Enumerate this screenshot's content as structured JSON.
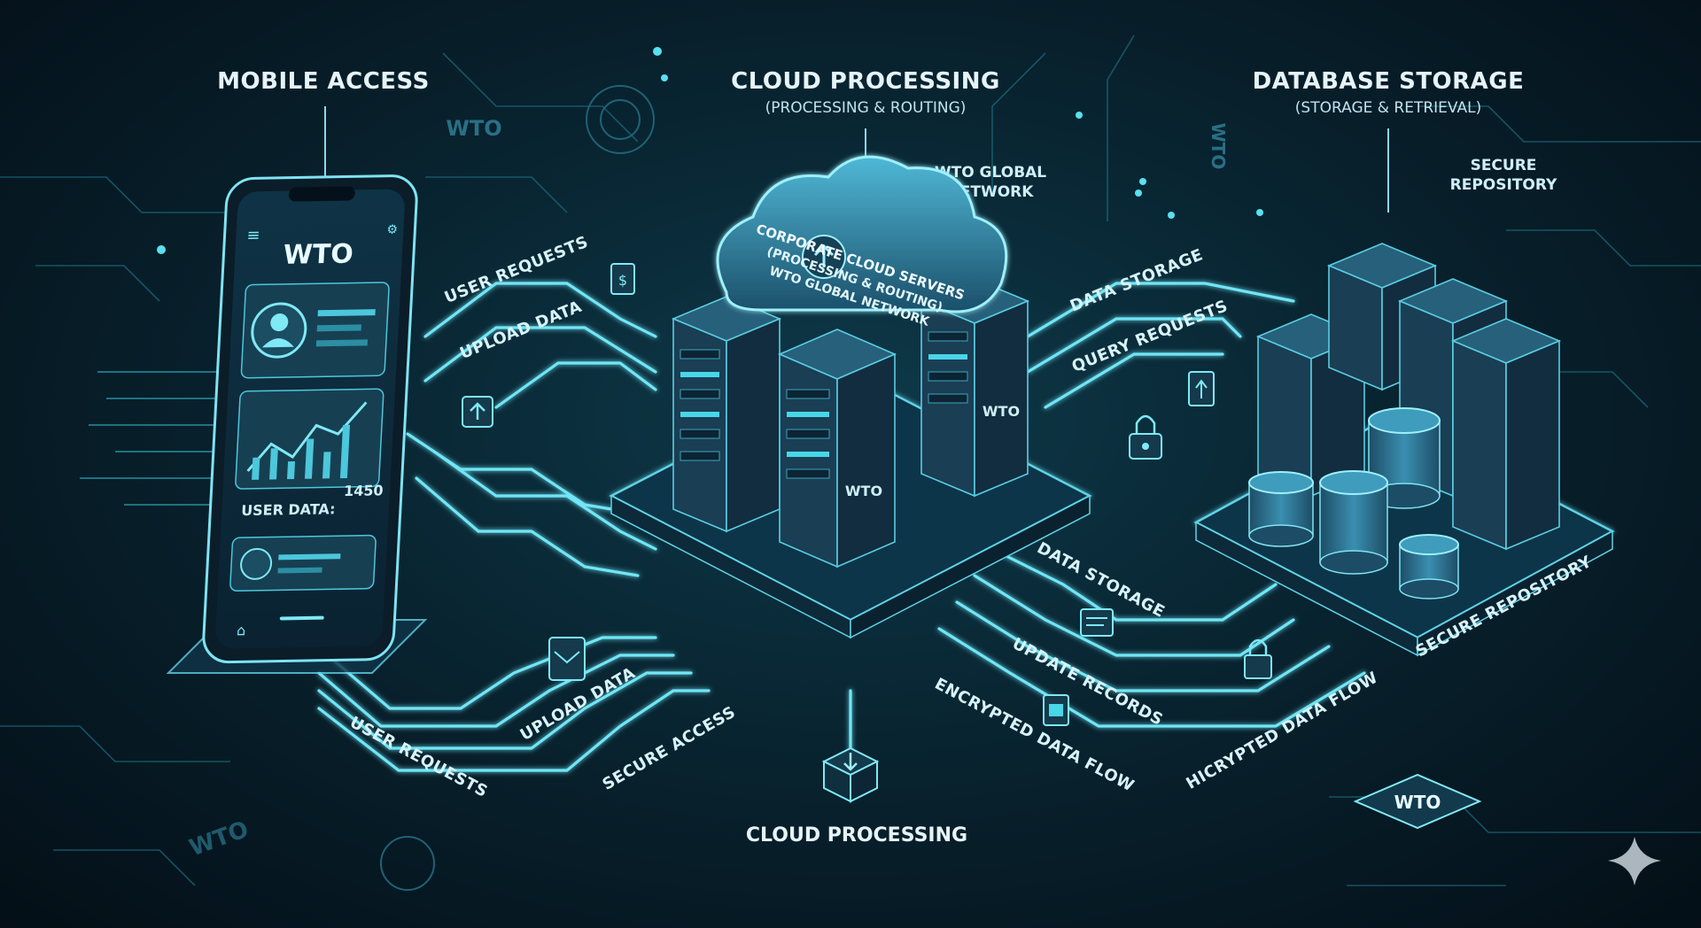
{
  "sections": {
    "mobile": {
      "title": "MOBILE ACCESS"
    },
    "cloud": {
      "title": "CLOUD PROCESSING",
      "subtitle": "(PROCESSING & ROUTING)",
      "network_label_line1": "WTO GLOBAL",
      "network_label_line2": "NETWORK"
    },
    "database": {
      "title": "DATABASE STORAGE",
      "subtitle": "(STORAGE & RETRIEVAL)",
      "secure_line1": "SECURE",
      "secure_line2": "REPOSITORY"
    }
  },
  "phone": {
    "brand": "WTO",
    "user_data_label": "USER DATA:",
    "user_data_value": "1450"
  },
  "cloud_core": {
    "line1": "CORPORATE CLOUD SERVERS",
    "line2": "(PROCESSING & ROUTING)",
    "line3": "WTO GLOBAL NETWORK",
    "rack_brand": "WTO",
    "cloud_brand": "WTO"
  },
  "flows": {
    "top_left_1": "USER REQUESTS",
    "top_left_2": "UPLOAD DATA",
    "top_right_1": "DATA STORAGE",
    "top_right_2": "QUERY REQUESTS",
    "bottom_left_1": "USER REQUESTS",
    "bottom_left_2": "UPLOAD DATA",
    "bottom_left_3": "SECURE ACCESS",
    "bottom_right_1": "DATA STORAGE",
    "bottom_right_2": "UPDATE RECORDS",
    "bottom_right_3": "ENCRYPTED DATA FLOW",
    "bottom_right_4": "HICRYPTED DATA FLOW",
    "db_platform": "SECURE REPOSITORY",
    "bottom_center": "CLOUD PROCESSING"
  },
  "decor": {
    "wto_top_left": "WTO",
    "wto_bottom_left": "WTO",
    "wto_top_right": "WTO",
    "wto_badge": "WTO"
  },
  "colors": {
    "accent": "#6fe6f6",
    "background": "#061822",
    "panel": "#133a4c"
  }
}
